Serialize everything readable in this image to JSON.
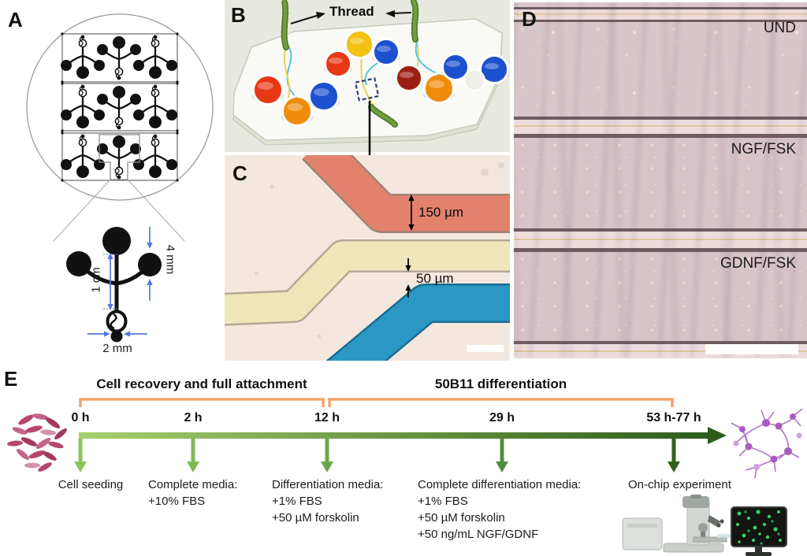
{
  "figure": {
    "panel_labels": {
      "a": "A",
      "b": "B",
      "c": "C",
      "d": "D",
      "e": "E"
    }
  },
  "panel_a": {
    "dim_channel_length": "1 cm",
    "dim_well_diameter": "4 mm",
    "dim_outlet_width": "2 mm"
  },
  "panel_b": {
    "thread_label": "Thread"
  },
  "panel_c": {
    "channel_width_main": "150 µm",
    "channel_width_narrow": "50 µm"
  },
  "panel_d": {
    "labels": [
      "UND",
      "NGF/FSK",
      "GDNF/FSK"
    ]
  },
  "panel_e": {
    "phase1": "Cell recovery and full attachment",
    "phase2": "50B11 differentiation",
    "timeline": [
      {
        "time": "0 h",
        "lines": [
          "Cell seeding"
        ]
      },
      {
        "time": "2 h",
        "lines": [
          "Complete media:",
          "+10% FBS"
        ]
      },
      {
        "time": "12 h",
        "lines": [
          "Differentiation media:",
          "+1% FBS",
          "+50 µM forskolin"
        ]
      },
      {
        "time": "29 h",
        "lines": [
          "Complete differentiation media:",
          "+1% FBS",
          "+50 µM forskolin",
          "+50 ng/mL NGF/GDNF"
        ]
      },
      {
        "time": "53 h-77 h",
        "lines": [
          "On-chip experiment"
        ]
      }
    ]
  },
  "colors": {
    "dimension_arrow_blue": "#5577e0",
    "phase_bracket_orange": "#f2a36a",
    "timeline_green_light": "#9ccb63",
    "timeline_green_dark": "#2d5c1b",
    "channel_red": "#e2826d",
    "channel_yellow": "#f0e6ba",
    "channel_blue": "#2b97c4",
    "well_red": "#e83714",
    "well_orange": "#f08c0a",
    "well_yellow": "#f3c112",
    "well_blue": "#1b50cf",
    "well_dark_red": "#9c1f14",
    "thread_green": "#55822f",
    "neuron_purple": "#a75cc0",
    "cell_magenta": "#b3476d"
  }
}
